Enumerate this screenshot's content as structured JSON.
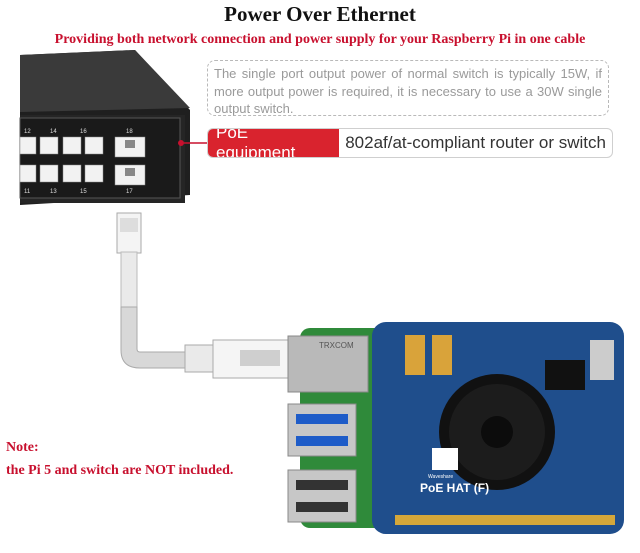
{
  "header": {
    "title": "Power Over Ethernet",
    "subtitle": "Providing both network connection and power supply for your Raspberry Pi in one cable"
  },
  "info": {
    "power_note": "The single port output power of normal switch is typically 15W, if more output power is required, it is necessary to use a 30W single output switch.",
    "equipment_tag": "PoE equipment",
    "equipment_value": "802af/at-compliant router or switch"
  },
  "switch": {
    "port_labels_top": [
      "12",
      "14",
      "16",
      "18"
    ],
    "port_labels_bottom": [
      "11",
      "13",
      "15",
      "17"
    ]
  },
  "board": {
    "product_label": "PoE HAT (F)",
    "brand_text": "Waveshare",
    "chip_text": "TRXCOM"
  },
  "footer": {
    "note_title": "Note:",
    "note_text": "the Pi 5 and switch are NOT included."
  },
  "colors": {
    "accent_red": "#c8102e",
    "tag_red": "#d9232e",
    "board_blue": "#1f4e8c",
    "pcb_green": "#2f8a3a",
    "switch_dark": "#2a2a2a"
  }
}
